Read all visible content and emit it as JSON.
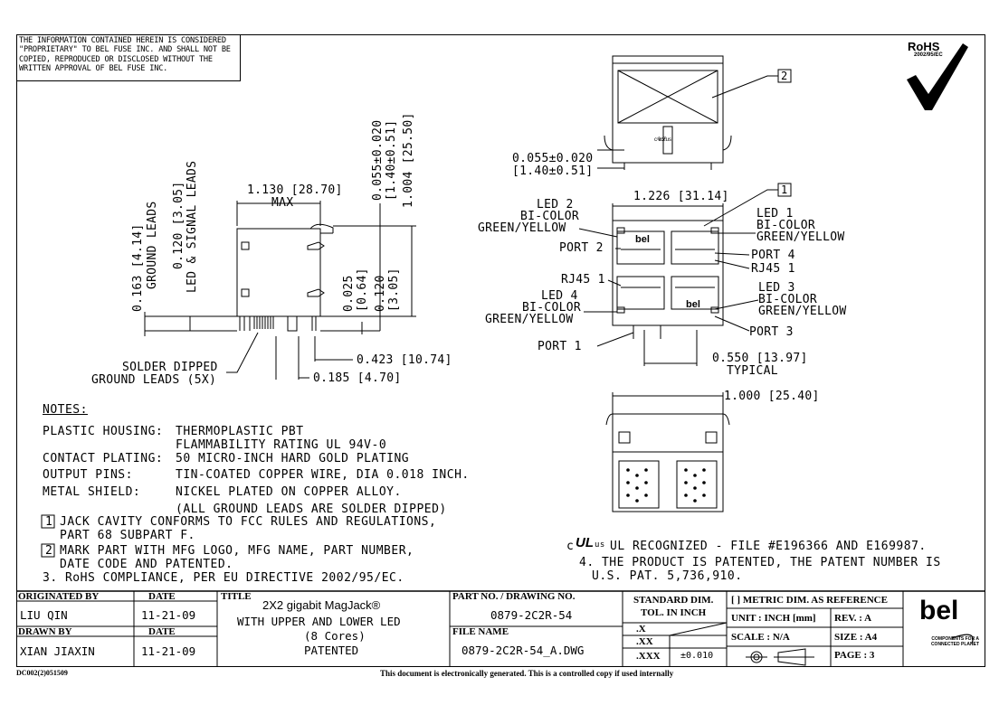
{
  "disclaimer": "THE INFORMATION CONTAINED HEREIN IS CONSIDERED \"PROPRIETARY\" TO BEL FUSE INC. AND SHALL NOT BE COPIED, REPRODUCED OR DISCLOSED WITHOUT THE WRITTEN APPROVAL OF BEL FUSE INC.",
  "rohs": {
    "label": "RoHS",
    "directive": "2002/95/EC"
  },
  "side_view": {
    "dim_max": "1.130 [28.70]",
    "max_label": "MAX",
    "ground_leads_dim": "0.163 [4.14]",
    "ground_leads_label": "GROUND LEADS",
    "signal_leads_dim": "0.120 [3.05]",
    "signal_leads_label": "LED & SIGNAL LEADS",
    "tol_dim_in": "0.055±0.020",
    "tol_dim_mm": "[1.40±0.51]",
    "height_dim": "1.004 [25.50]",
    "dim_025_in": "0.025",
    "dim_025_mm": "[0.64]",
    "dim_120_in": "0.120",
    "dim_120_mm": "[3.05]",
    "solder_label_1": "SOLDER DIPPED",
    "solder_label_2": "GROUND LEADS (5X)",
    "dim_423": "0.423 [10.74]",
    "dim_185": "0.185 [4.70]"
  },
  "top_view": {
    "tol_in": "0.055±0.020",
    "tol_mm": "[1.40±0.51]",
    "callout_2": "2",
    "ul_mark": "c𝓤𝓛us"
  },
  "front_view": {
    "width_dim": "1.226 [31.14]",
    "callout_1": "1",
    "led2": [
      "LED 2",
      "BI-COLOR",
      "GREEN/YELLOW"
    ],
    "led1": [
      "LED 1",
      "BI-COLOR",
      "GREEN/YELLOW"
    ],
    "port2": "PORT 2",
    "port4": "PORT 4",
    "rj45_left": "RJ45 1",
    "rj45_right": "RJ45 1",
    "led4": [
      "LED 4",
      "BI-COLOR",
      "GREEN/YELLOW"
    ],
    "led3": [
      "LED 3",
      "BI-COLOR",
      "GREEN/YELLOW"
    ],
    "port1": "PORT 1",
    "port3": "PORT 3",
    "typ_dim": "0.550 [13.97]",
    "typ_label": "TYPICAL",
    "logo": "bel"
  },
  "bottom_view": {
    "width_dim": "1.000 [25.40]"
  },
  "notes": {
    "heading": "NOTES:",
    "rows": [
      {
        "label": "PLASTIC HOUSING:",
        "value": "THERMOPLASTIC PBT"
      },
      {
        "label": "",
        "value": "FLAMMABILITY RATING UL 94V-0"
      },
      {
        "label": "CONTACT PLATING:",
        "value": "50 MICRO-INCH HARD GOLD PLATING"
      },
      {
        "label": "OUTPUT PINS:",
        "value": "TIN-COATED COPPER WIRE, DIA 0.018 INCH."
      },
      {
        "label": "METAL SHIELD:",
        "value": "NICKEL PLATED ON COPPER ALLOY."
      },
      {
        "label": "",
        "value": "(ALL GROUND LEADS ARE SOLDER DIPPED)"
      }
    ],
    "n1_num": "1",
    "n1_a": "JACK CAVITY CONFORMS TO FCC RULES AND REGULATIONS,",
    "n1_b": "PART 68 SUBPART F.",
    "n2_num": "2",
    "n2_a": "MARK PART WITH MFG LOGO, MFG NAME, PART NUMBER,",
    "n2_b": "DATE CODE AND PATENTED.",
    "n3": "3. RoHS COMPLIANCE, PER EU DIRECTIVE 2002/95/EC.",
    "ul_prefix": "c",
    "ul_suffix": "us",
    "ul_text": "UL RECOGNIZED - FILE #E196366 AND E169987.",
    "n4_a": "4. THE PRODUCT IS PATENTED, THE PATENT NUMBER IS",
    "n4_b": "U.S. PAT. 5,736,910."
  },
  "title_block": {
    "originated_by_label": "ORIGINATED BY",
    "originated_by": "LIU QIN",
    "date_label": "DATE",
    "originated_date": "11-21-09",
    "drawn_by_label": "DRAWN BY",
    "drawn_by": "XIAN JIAXIN",
    "drawn_date": "11-21-09",
    "title_label": "TITLE",
    "title_line1": "2X2 gigabit MagJack®",
    "title_line2": "WITH UPPER AND LOWER LED",
    "title_line3": "(8 Cores)",
    "title_line4": "PATENTED",
    "part_no_label": "PART NO. / DRAWING NO.",
    "part_no": "0879-2C2R-54",
    "file_name_label": "FILE NAME",
    "file_name": "0879-2C2R-54_A.DWG",
    "std_dim_label_1": "STANDARD DIM.",
    "std_dim_label_2": "TOL. IN INCH",
    "tol_x": ".X",
    "tol_xx": ".XX",
    "tol_xxx": ".XXX",
    "tol_xxx_val": "±0.010",
    "metric_ref": "[ ] METRIC DIM. AS REFERENCE",
    "unit": "UNIT : INCH [mm]",
    "rev": "REV. :   A",
    "scale": "SCALE :   N/A",
    "size": "SIZE :  A4",
    "page": "PAGE :  3",
    "logo": "bel",
    "tagline": "COMPONENTS FOR A CONNECTED PLANET"
  },
  "footer": {
    "doc_code": "DC002(2)051509",
    "electronic": "This document is electronically generated. This is a controlled copy if used internally"
  }
}
